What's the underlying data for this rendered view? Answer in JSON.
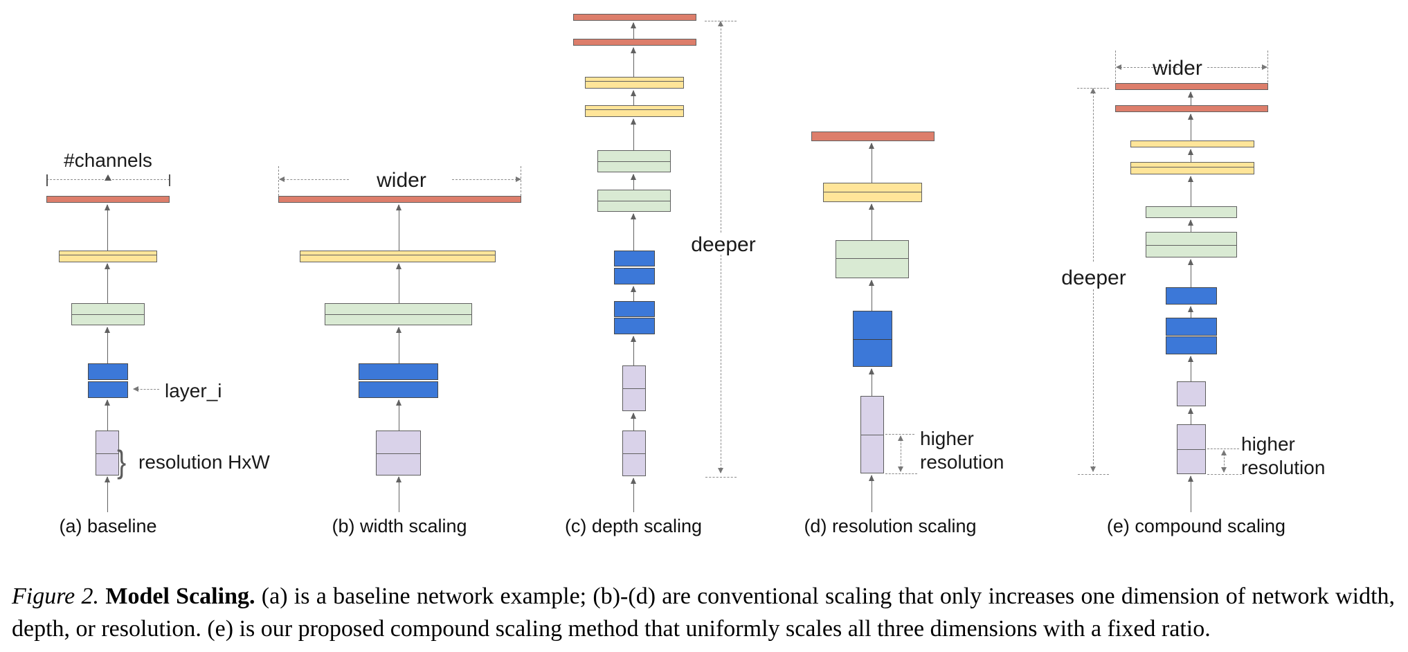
{
  "colors": {
    "red": "#DD7E6B",
    "yellow": "#FFE599",
    "green": "#D9EAD3",
    "blue": "#3C78D8",
    "purple": "#D9D2E9",
    "stroke": "#606060",
    "arrow": "#616161",
    "dash": "#8a8a8a"
  },
  "annotations": {
    "channels": "#channels",
    "wider": "wider",
    "deeper": "deeper",
    "layer": "layer_i",
    "resolution_hxw": "resolution HxW",
    "higher": "higher",
    "resolution": "resolution",
    "brace": "}"
  },
  "diagrams": [
    {
      "label": "(a) baseline"
    },
    {
      "label": "(b) width scaling"
    },
    {
      "label": "(c) depth scaling"
    },
    {
      "label": "(d) resolution scaling"
    },
    {
      "label": "(e) compound scaling"
    }
  ],
  "caption": {
    "figure_label": "Figure 2.",
    "title": "Model Scaling.",
    "body": "(a) is a baseline network example; (b)-(d) are conventional scaling that only increases one dimension of network width, depth, or resolution. (e) is our proposed compound scaling method that uniformly scales all three dimensions with a fixed ratio."
  }
}
